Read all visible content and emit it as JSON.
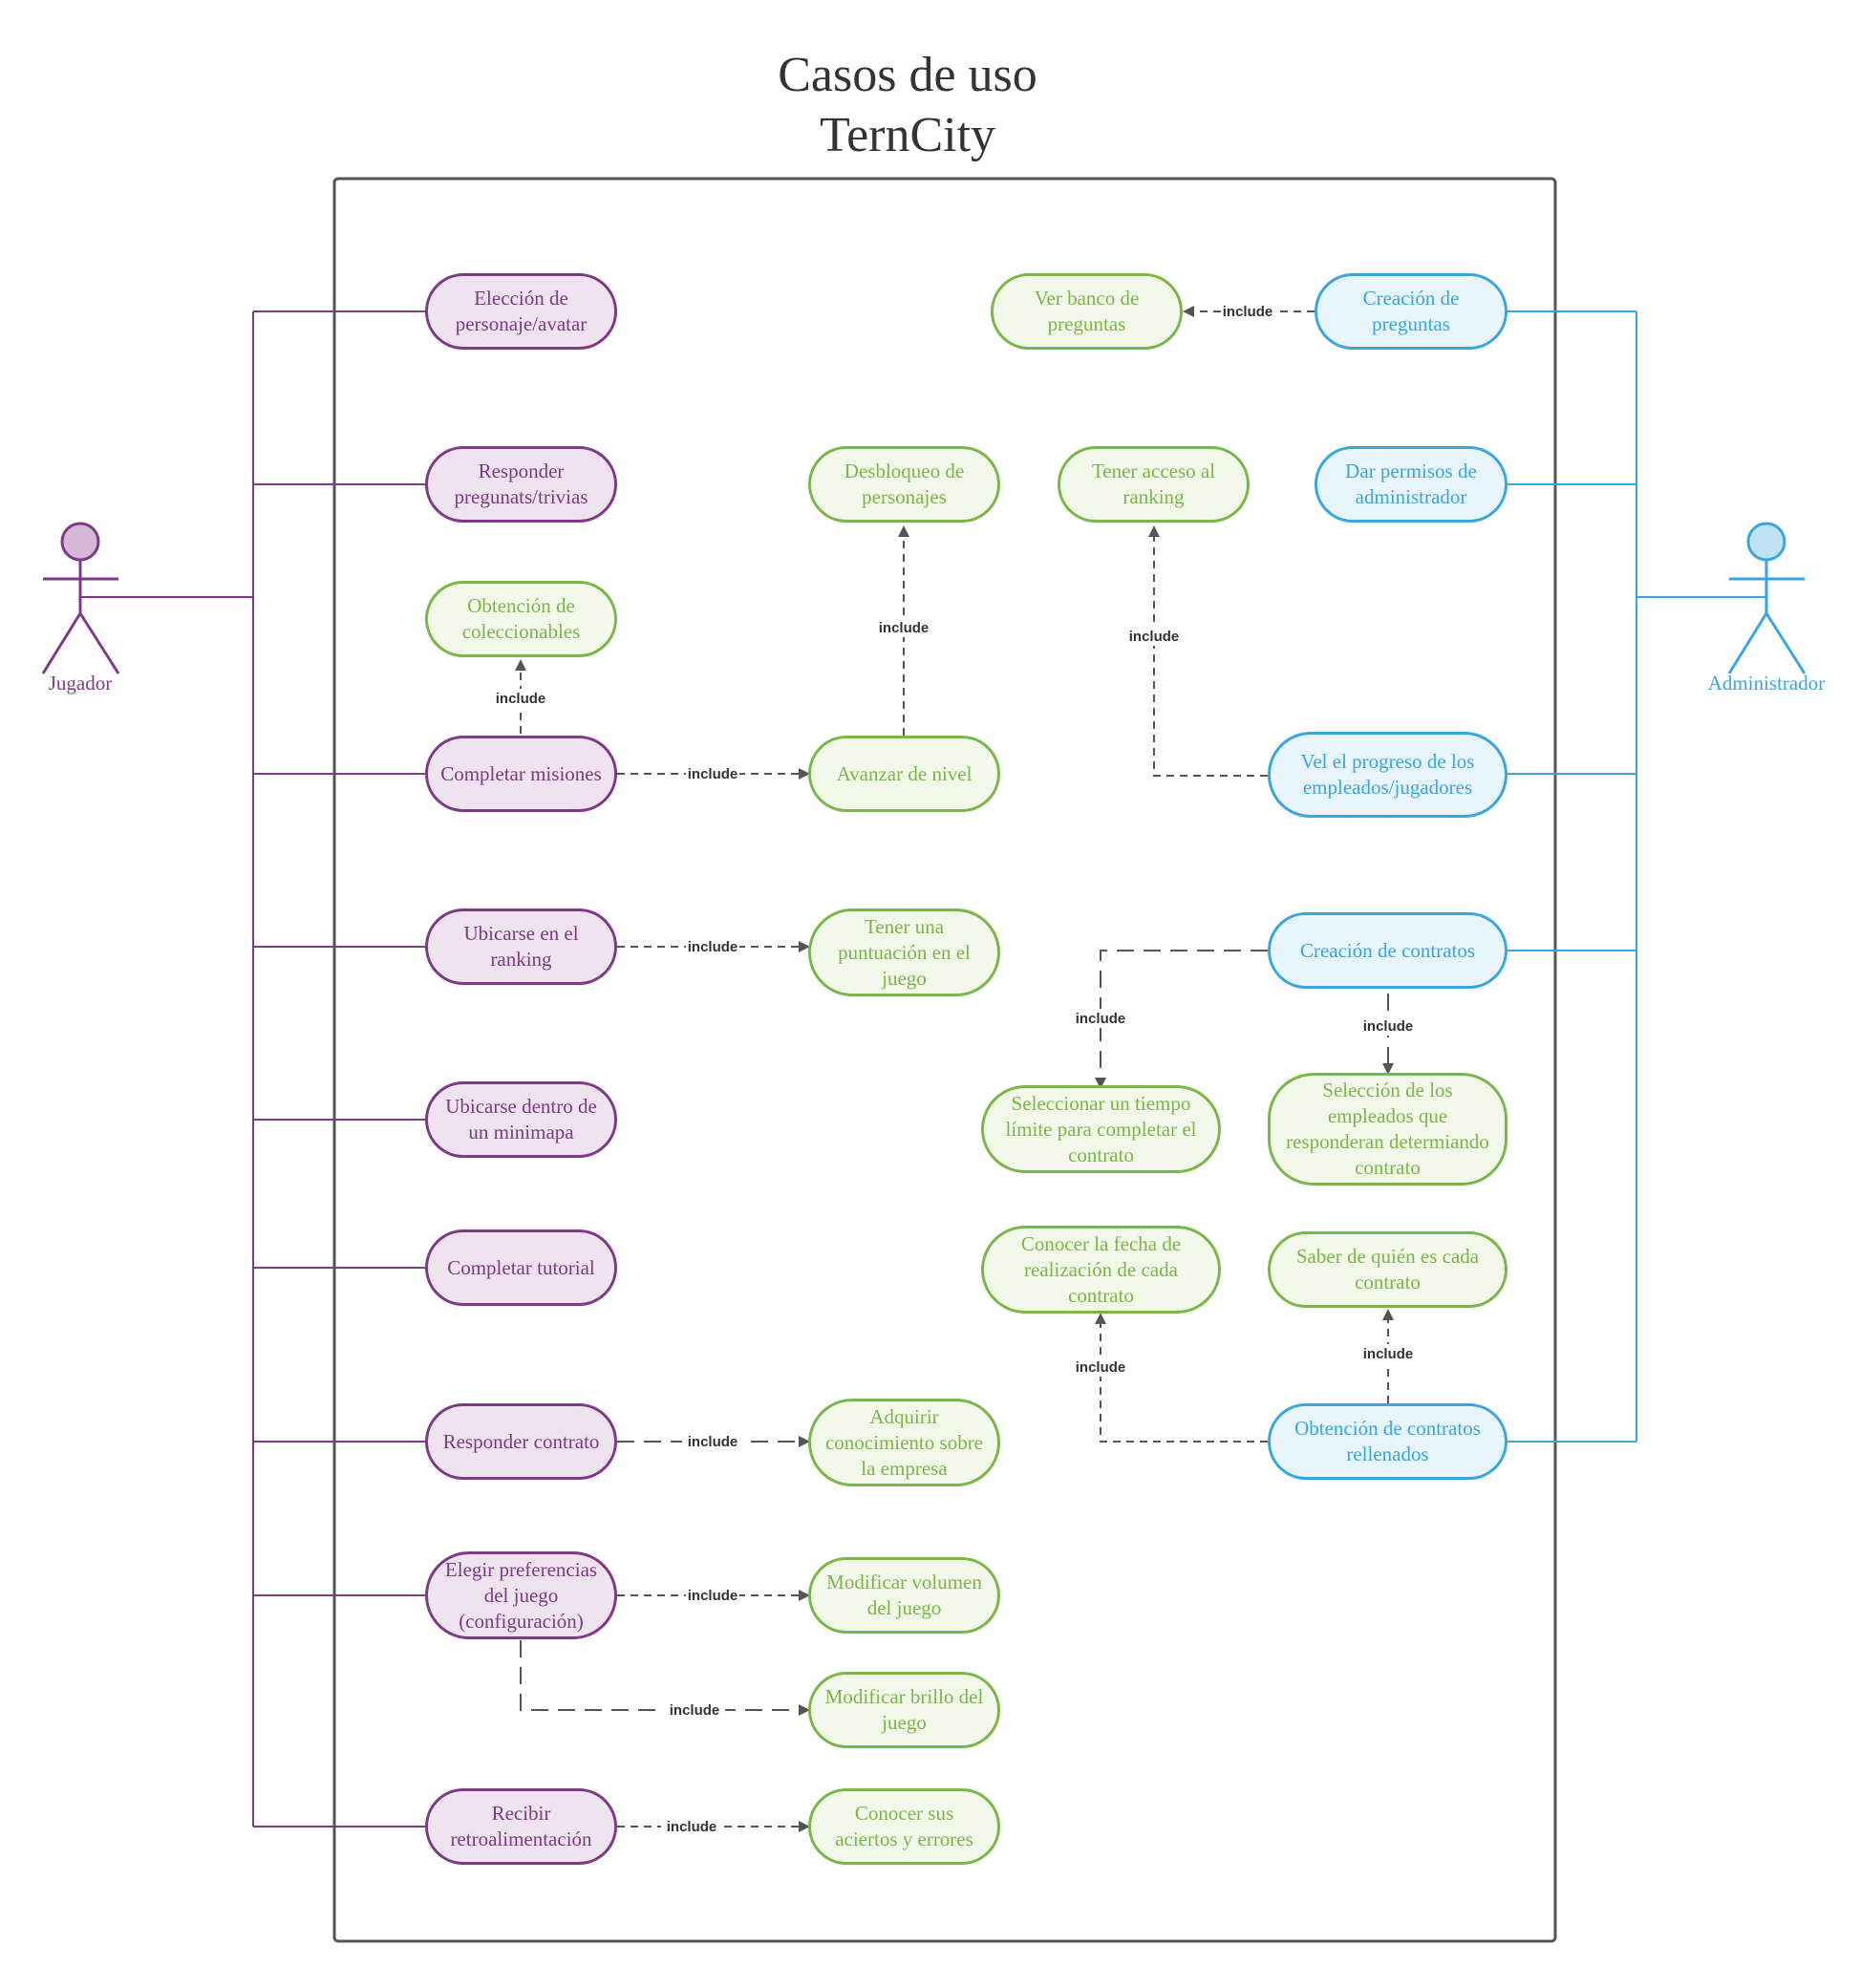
{
  "title": {
    "line1": "Casos de uso",
    "line2": "TernCity"
  },
  "actors": {
    "player": "Jugador",
    "admin": "Administrador"
  },
  "include_label": "include",
  "colors": {
    "player": "#7e3a87",
    "player_fill": "#efe3ef",
    "derived": "#7ab648",
    "derived_fill": "#f2f9ea",
    "admin": "#3aa6dd",
    "admin_fill": "#e8f5fc",
    "connector": "#555555"
  },
  "use_cases": {
    "player": {
      "eleccion": "Elección de\npersonaje/avatar",
      "responder_trivias": "Responder\npregunats/trivias",
      "completar_misiones": "Completar misiones",
      "ubicarse_ranking": "Ubicarse en el\nranking",
      "ubicarse_minimapa": "Ubicarse dentro de\nun minimapa",
      "completar_tutorial": "Completar tutorial",
      "responder_contrato": "Responder contrato",
      "elegir_preferencias": "Elegir preferencias\ndel juego\n(configuración)",
      "recibir_retro": "Recibir\nretroalimentación"
    },
    "included": {
      "coleccionables": "Obtención de\ncoleccionables",
      "desbloqueo": "Desbloqueo de\npersonajes",
      "avanzar_nivel": "Avanzar de nivel",
      "puntuacion": "Tener una\npuntuación en el\njuego",
      "conocimiento": "Adquirir\nconocimiento sobre\nla empresa",
      "volumen": "Modificar volumen\ndel juego",
      "brillo": "Modificar brillo del\njuego",
      "aciertos": "Conocer sus\naciertos y errores",
      "ver_banco": "Ver banco de\npreguntas",
      "acceso_ranking": "Tener acceso al\nranking",
      "tiempo_limite": "Seleccionar un tiempo\nlímite para completar el\ncontrato",
      "seleccion_empleados": "Selección de los\nempleados que\nresponderan determiando\ncontrato",
      "fecha_realizacion": "Conocer la fecha de\nrealización de cada\ncontrato",
      "de_quien": "Saber de quién es cada\ncontrato"
    },
    "admin": {
      "creacion_preguntas": "Creación de\npreguntas",
      "dar_permisos": "Dar permisos de\nadministrador",
      "ver_progreso": "Vel el progreso de los\nempleados/jugadores",
      "creacion_contratos": "Creación de contratos",
      "obtencion_contratos": "Obtención de contratos\nrellenados"
    }
  }
}
